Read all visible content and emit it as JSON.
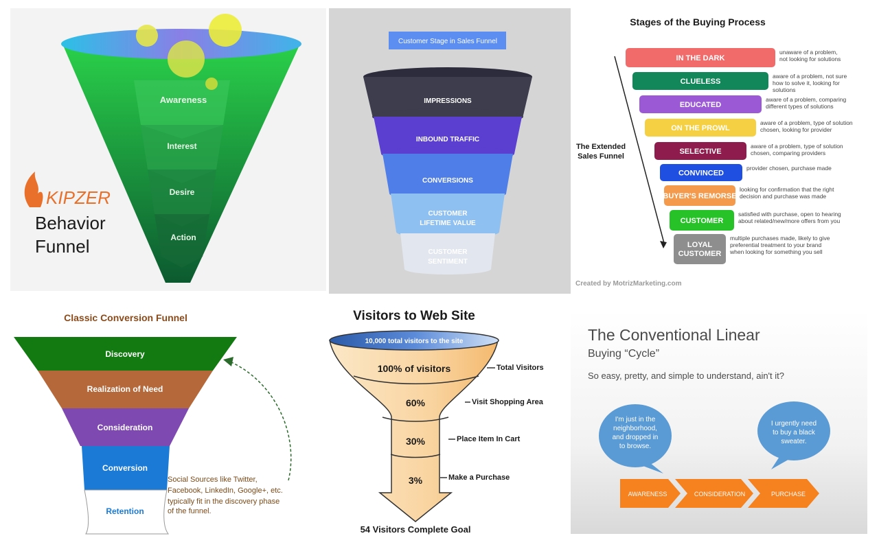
{
  "panel_behavior": {
    "logo": "KIPZER",
    "title_line1": "Behavior",
    "title_line2": "Funnel",
    "stages": [
      "Awareness",
      "Interest",
      "Desire",
      "Action"
    ]
  },
  "panel_customer_stage": {
    "header": "Customer Stage in Sales Funnel",
    "tiers": [
      "IMPRESSIONS",
      "INBOUND TRAFFIC",
      "CONVERSIONS",
      "CUSTOMER",
      "LIFETIME VALUE",
      "CUSTOMER",
      "SENTIMENT"
    ]
  },
  "panel_buying_process": {
    "title": "Stages of the Buying Process",
    "side_label_1": "The Extended",
    "side_label_2": "Sales Funnel",
    "credit": "Created by MotrizMarketing.com",
    "stages": [
      {
        "label": "IN THE DARK",
        "color": "#f26b6b",
        "desc1": "unaware of a problem,",
        "desc2": "not looking for solutions",
        "desc3": ""
      },
      {
        "label": "CLUELESS",
        "color": "#12875a",
        "desc1": "aware of a problem, not sure",
        "desc2": "how to solve it, looking for",
        "desc3": "solutions"
      },
      {
        "label": "EDUCATED",
        "color": "#9b59d6",
        "desc1": "aware of a problem, comparing",
        "desc2": "different types of solutions",
        "desc3": ""
      },
      {
        "label": "ON THE PROWL",
        "color": "#f5d042",
        "desc1": "aware of a problem, type of solution",
        "desc2": "chosen, looking for provider",
        "desc3": ""
      },
      {
        "label": "SELECTIVE",
        "color": "#8e1c4c",
        "desc1": "aware of a problem, type of solution",
        "desc2": "chosen, comparing providers",
        "desc3": ""
      },
      {
        "label": "CONVINCED",
        "color": "#1f4fe0",
        "desc1": "provider chosen, purchase made",
        "desc2": "",
        "desc3": ""
      },
      {
        "label": "BUYER'S REMORSE",
        "color": "#f39a4c",
        "desc1": "looking for confirmation that the right",
        "desc2": "decision and purchase was made",
        "desc3": ""
      },
      {
        "label": "CUSTOMER",
        "color": "#27c227",
        "desc1": "satisfied with purchase, open to hearing",
        "desc2": "about related/new/more offers from you",
        "desc3": ""
      },
      {
        "label": "LOYAL",
        "label2": "CUSTOMER",
        "color": "#8e8e8e",
        "desc1": "multiple purchases made, likely to give",
        "desc2": "preferential treatment to your brand",
        "desc3": "when looking for something you sell"
      }
    ]
  },
  "panel_classic": {
    "title": "Classic Conversion Funnel",
    "stages": [
      "Discovery",
      "Realization of Need",
      "Consideration",
      "Conversion",
      "Retention"
    ],
    "note": [
      "Social Sources like Twitter,",
      "Facebook, LinkedIn, Google+, etc.",
      "typically fit in the discovery phase",
      "of the funnel."
    ]
  },
  "panel_visitors": {
    "title": "Visitors to Web Site",
    "top_label": "10,000 total visitors to the site",
    "levels": [
      {
        "pct": "100% of visitors",
        "label": "Total Visitors"
      },
      {
        "pct": "60%",
        "label": "Visit Shopping Area"
      },
      {
        "pct": "30%",
        "label": "Place Item In Cart"
      },
      {
        "pct": "3%",
        "label": "Make a Purchase"
      }
    ],
    "bottom": "54 Visitors Complete Goal"
  },
  "panel_linear": {
    "title": "The Conventional Linear",
    "subtitle": "Buying “Cycle”",
    "caption": "So easy, pretty, and simple to understand, ain't it?",
    "bubble_left": [
      "I'm just in the",
      "neighborhood,",
      "and dropped in",
      "to browse."
    ],
    "bubble_right": [
      "I urgently need",
      "to buy a black",
      "sweater."
    ],
    "steps": [
      "AWARENESS",
      "CONSIDERATION",
      "PURCHASE"
    ]
  }
}
